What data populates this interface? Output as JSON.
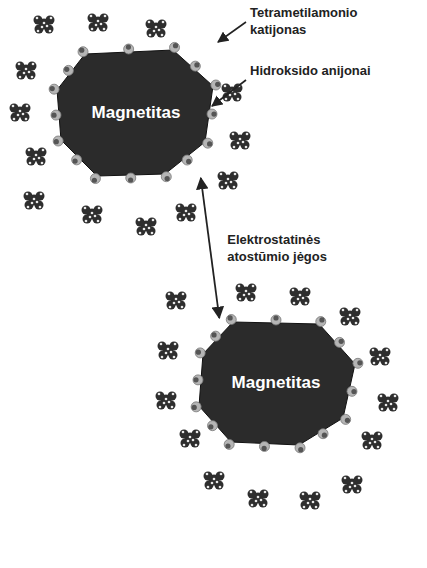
{
  "diagram": {
    "nodes": [
      {
        "text": [
          "Magnetitas"
        ]
      },
      {
        "text": [
          "Magnetitas"
        ]
      }
    ],
    "edges": [
      {
        "from": 0,
        "to": 1,
        "arrow": "both",
        "label": "Elektrostatinės atostūmio jėgos"
      }
    ],
    "labels": [
      "Tetrametilamonio katijonas",
      "Hidroksido anijonai"
    ]
  }
}
